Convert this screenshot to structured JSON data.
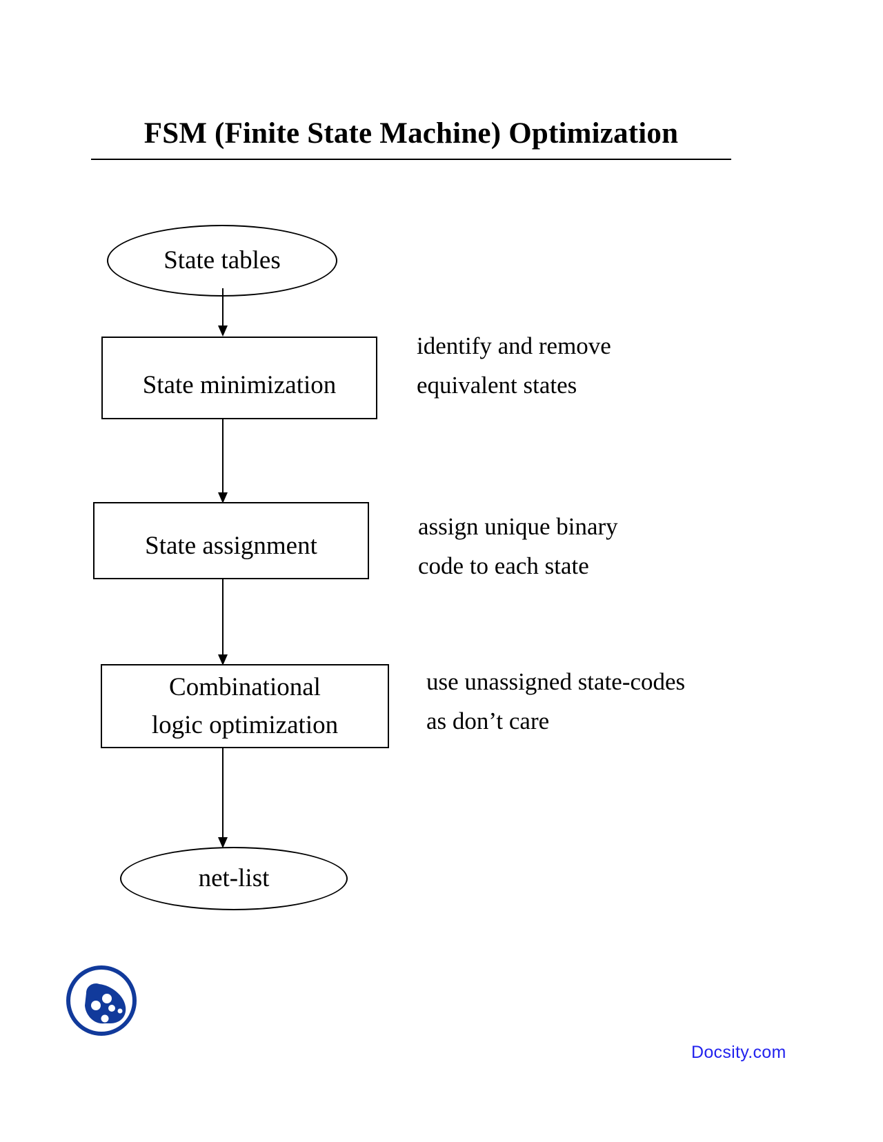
{
  "document": {
    "title": "FSM (Finite State Machine) Optimization"
  },
  "flowchart": {
    "type": "flowchart",
    "orientation": "top-to-bottom",
    "nodes": [
      {
        "id": "state-tables",
        "shape": "ellipse",
        "label": "State tables"
      },
      {
        "id": "state-minimization",
        "shape": "rectangle",
        "label": "State minimization"
      },
      {
        "id": "state-assignment",
        "shape": "rectangle",
        "label": "State assignment"
      },
      {
        "id": "combinational-logic-optimization",
        "shape": "rectangle",
        "label": "Combinational\nlogic optimization"
      },
      {
        "id": "net-list",
        "shape": "ellipse",
        "label": "net-list"
      }
    ],
    "edges": [
      {
        "from": "state-tables",
        "to": "state-minimization",
        "arrow": "down"
      },
      {
        "from": "state-minimization",
        "to": "state-assignment",
        "arrow": "down"
      },
      {
        "from": "state-assignment",
        "to": "combinational-logic-optimization",
        "arrow": "down"
      },
      {
        "from": "combinational-logic-optimization",
        "to": "net-list",
        "arrow": "down"
      }
    ],
    "annotations": [
      {
        "for": "state-minimization",
        "text": "identify and remove\nequivalent states"
      },
      {
        "for": "state-assignment",
        "text": "assign unique binary\ncode to each state"
      },
      {
        "for": "combinational-logic-optimization",
        "text": "use unassigned state-codes\nas don’t care"
      }
    ]
  },
  "footer": {
    "logo_name": "docsity-logo",
    "link_text": "Docsity.com",
    "link_color": "#2222ee",
    "logo_color": "#113a9b"
  }
}
